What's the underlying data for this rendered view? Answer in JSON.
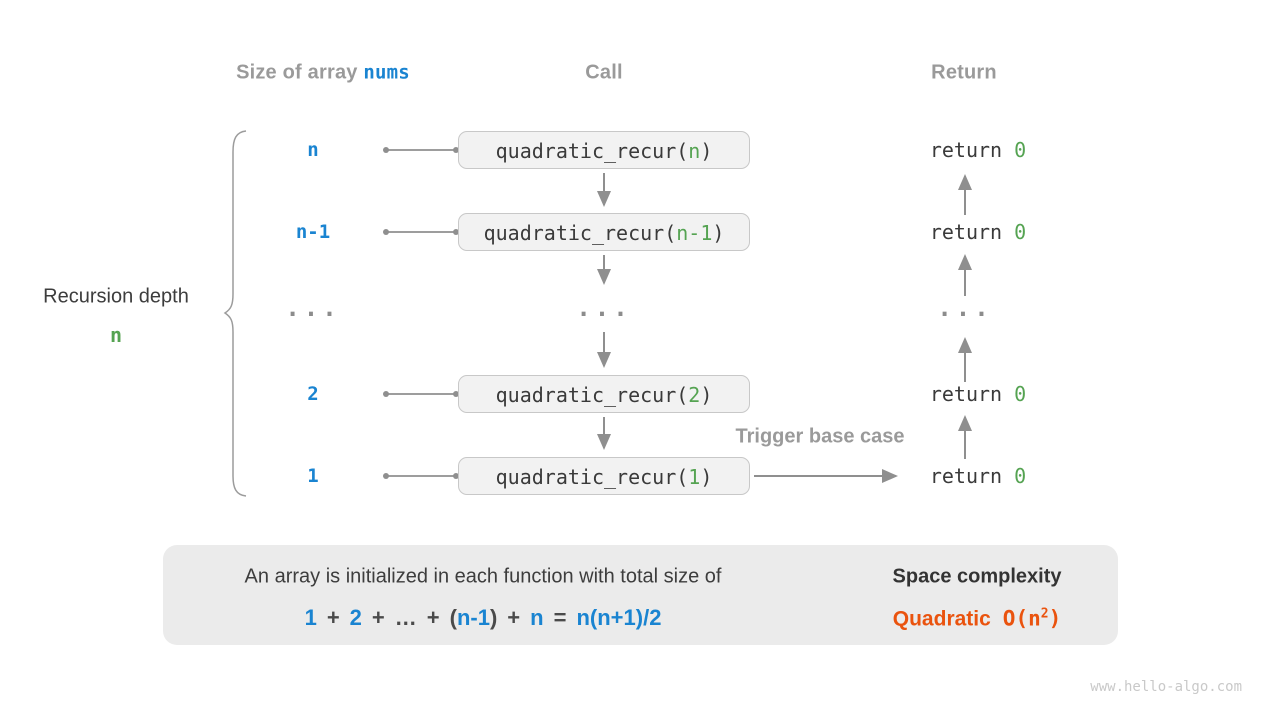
{
  "watermark": "www.hello-algo.com",
  "colors": {
    "blue": "#1a84d1",
    "green": "#55a352",
    "orange": "#ea530e",
    "header_gray": "#9a9a9a",
    "dark_text": "#3d3d3d",
    "code_text": "#3a3a3a",
    "arrow_gray": "#8f8f8f",
    "box_bg": "#f2f2f2",
    "box_border": "#c8c8c8",
    "panel_bg": "#ebebeb"
  },
  "headers": {
    "size_prefix": "Size of array ",
    "size_code": "nums",
    "call": "Call",
    "return": "Return"
  },
  "left_annotation": {
    "line1": "Recursion depth",
    "line2": "n"
  },
  "rows": [
    {
      "size": "n",
      "call_prefix": "quadratic_recur(",
      "call_arg": "n",
      "call_suffix": ")",
      "ret_prefix": "return ",
      "ret_value": "0"
    },
    {
      "size": "n-1",
      "call_prefix": "quadratic_recur(",
      "call_arg": "n-1",
      "call_suffix": ")",
      "ret_prefix": "return ",
      "ret_value": "0"
    },
    {
      "size": "...",
      "call": "...",
      "ret": "..."
    },
    {
      "size": "2",
      "call_prefix": "quadratic_recur(",
      "call_arg": "2",
      "call_suffix": ")",
      "ret_prefix": "return ",
      "ret_value": "0"
    },
    {
      "size": "1",
      "call_prefix": "quadratic_recur(",
      "call_arg": "1",
      "call_suffix": ")",
      "ret_prefix": "return ",
      "ret_value": "0"
    }
  ],
  "trigger_label": "Trigger base case",
  "panel": {
    "line1": "An array is initialized in each function with total size of",
    "formula_parts": [
      {
        "text": "1"
      },
      {
        "text": "+"
      },
      {
        "text": "2"
      },
      {
        "text": "+"
      },
      {
        "text": "…"
      },
      {
        "text": "+"
      },
      {
        "text": "("
      },
      {
        "text": "n-1"
      },
      {
        "text": ")"
      },
      {
        "text": "+"
      },
      {
        "text": "n"
      },
      {
        "text": "="
      },
      {
        "text": "n(n+1)/2"
      }
    ],
    "result_title": "Space complexity",
    "result_name": "Quadratic",
    "result_o_prefix": "O(n",
    "result_exponent": "2",
    "result_o_suffix": ")"
  }
}
